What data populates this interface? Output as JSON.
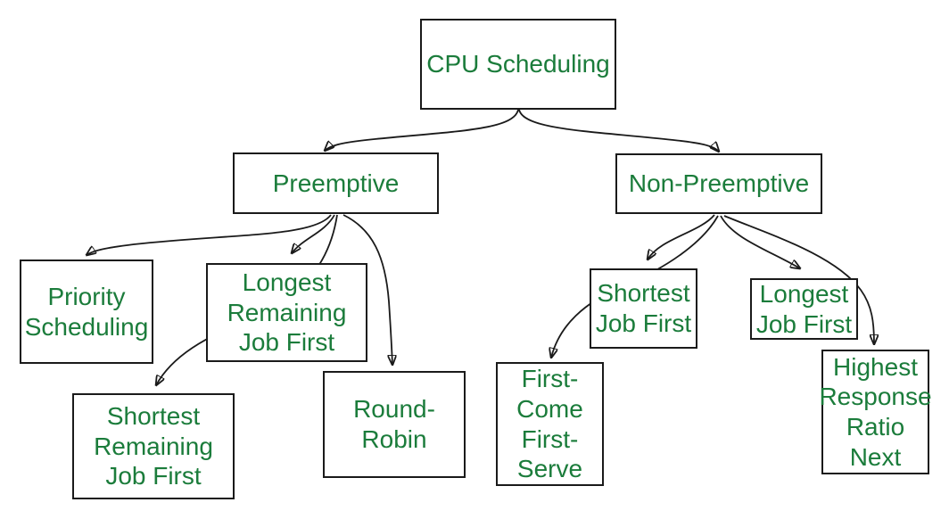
{
  "diagram": {
    "title": "CPU Scheduling algorithm classification",
    "colors": {
      "node_text": "#1B7C3B",
      "line": "#1a1a1a",
      "background": "#ffffff"
    },
    "nodes": {
      "root": {
        "label": "CPU Scheduling"
      },
      "preemptive": {
        "label": "Preemptive"
      },
      "non_preemptive": {
        "label": "Non-Preemptive"
      },
      "priority_scheduling": {
        "label": "Priority\nScheduling"
      },
      "longest_remaining_job_first": {
        "label": "Longest\nRemaining\nJob First"
      },
      "shortest_remaining_job_first": {
        "label": "Shortest\nRemaining\nJob First"
      },
      "round_robin": {
        "label": "Round-\nRobin"
      },
      "shortest_job_first": {
        "label": "Shortest\nJob First"
      },
      "longest_job_first": {
        "label": "Longest\nJob First"
      },
      "first_come_first_serve": {
        "label": "First-\nCome\nFirst-\nServe"
      },
      "highest_response_ratio_next": {
        "label": "Highest\nResponse\nRatio\nNext"
      }
    },
    "edges": [
      {
        "from": "CPU Scheduling",
        "to": "Preemptive"
      },
      {
        "from": "CPU Scheduling",
        "to": "Non-Preemptive"
      },
      {
        "from": "Preemptive",
        "to": "Priority Scheduling"
      },
      {
        "from": "Preemptive",
        "to": "Longest Remaining Job First"
      },
      {
        "from": "Preemptive",
        "to": "Shortest Remaining Job First"
      },
      {
        "from": "Preemptive",
        "to": "Round-Robin"
      },
      {
        "from": "Non-Preemptive",
        "to": "Shortest Job First"
      },
      {
        "from": "Non-Preemptive",
        "to": "First-Come First-Serve"
      },
      {
        "from": "Non-Preemptive",
        "to": "Longest Job First"
      },
      {
        "from": "Non-Preemptive",
        "to": "Highest Response Ratio Next"
      }
    ]
  }
}
